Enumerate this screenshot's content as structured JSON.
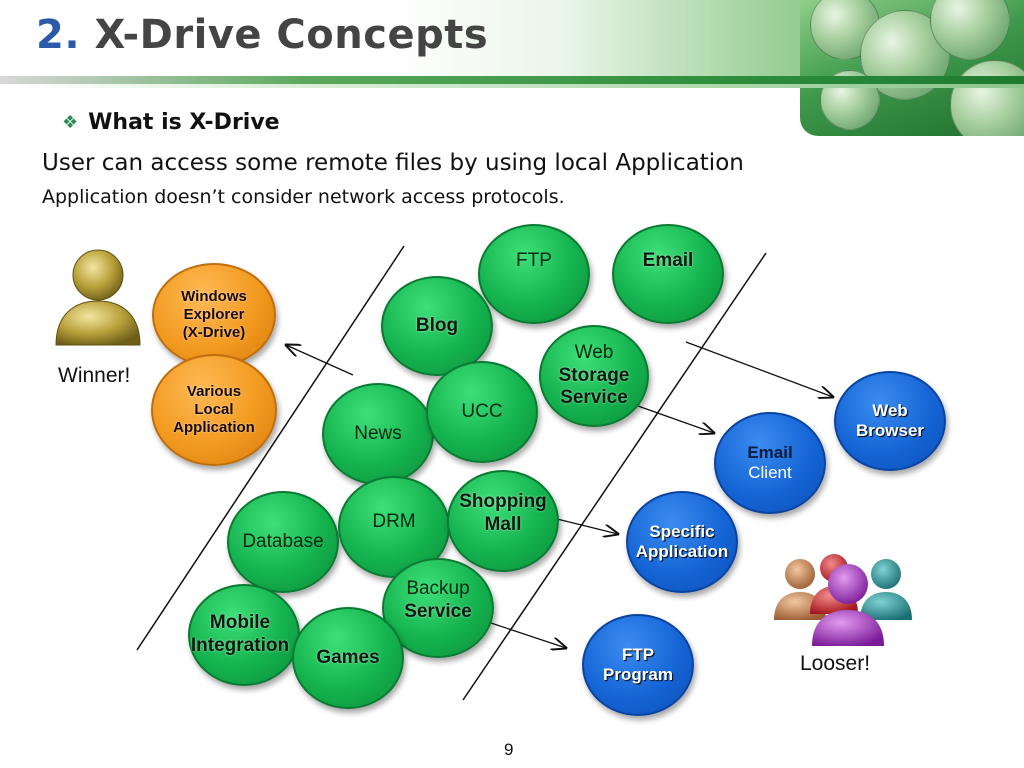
{
  "slide": {
    "title_num": "2.",
    "title_text": "X-Drive Concepts",
    "bullet_mark": "❖",
    "bullet": "What is X-Drive",
    "line1": "User can access some remote files by using local Application",
    "line2": "Application doesn’t consider network access protocols.",
    "page_number": "9"
  },
  "colors": {
    "title_number": "#2b5aa8",
    "service_node": "#14b24e",
    "local_node": "#f29a20",
    "client_node": "#1565d6"
  },
  "icons": {
    "winner": "single-user-icon",
    "looser": "group-users-icon"
  },
  "captions": {
    "winner": "Winner!",
    "looser": "Looser!"
  },
  "local_nodes": {
    "windows_explorer": [
      "Windows",
      "Explorer",
      "(X-Drive)"
    ],
    "various_local": [
      "Various",
      "Local",
      "Application"
    ]
  },
  "service_nodes": {
    "ftp": "FTP",
    "email": "Email",
    "blog": "Blog",
    "web_storage": [
      "Web",
      "Storage",
      "Service"
    ],
    "ucc": "UCC",
    "news": "News",
    "shopping_mall": [
      "Shopping",
      "Mall"
    ],
    "drm": "DRM",
    "database": "Database",
    "backup_service": [
      "Backup",
      "Service"
    ],
    "mobile_integration": [
      "Mobile",
      "Integration"
    ],
    "games": "Games"
  },
  "client_nodes": {
    "web_browser": [
      "Web",
      "Browser"
    ],
    "email_client": [
      "Email",
      "Client"
    ],
    "specific_application": [
      "Specific",
      "Application"
    ],
    "ftp_program": [
      "FTP",
      "Program"
    ]
  }
}
